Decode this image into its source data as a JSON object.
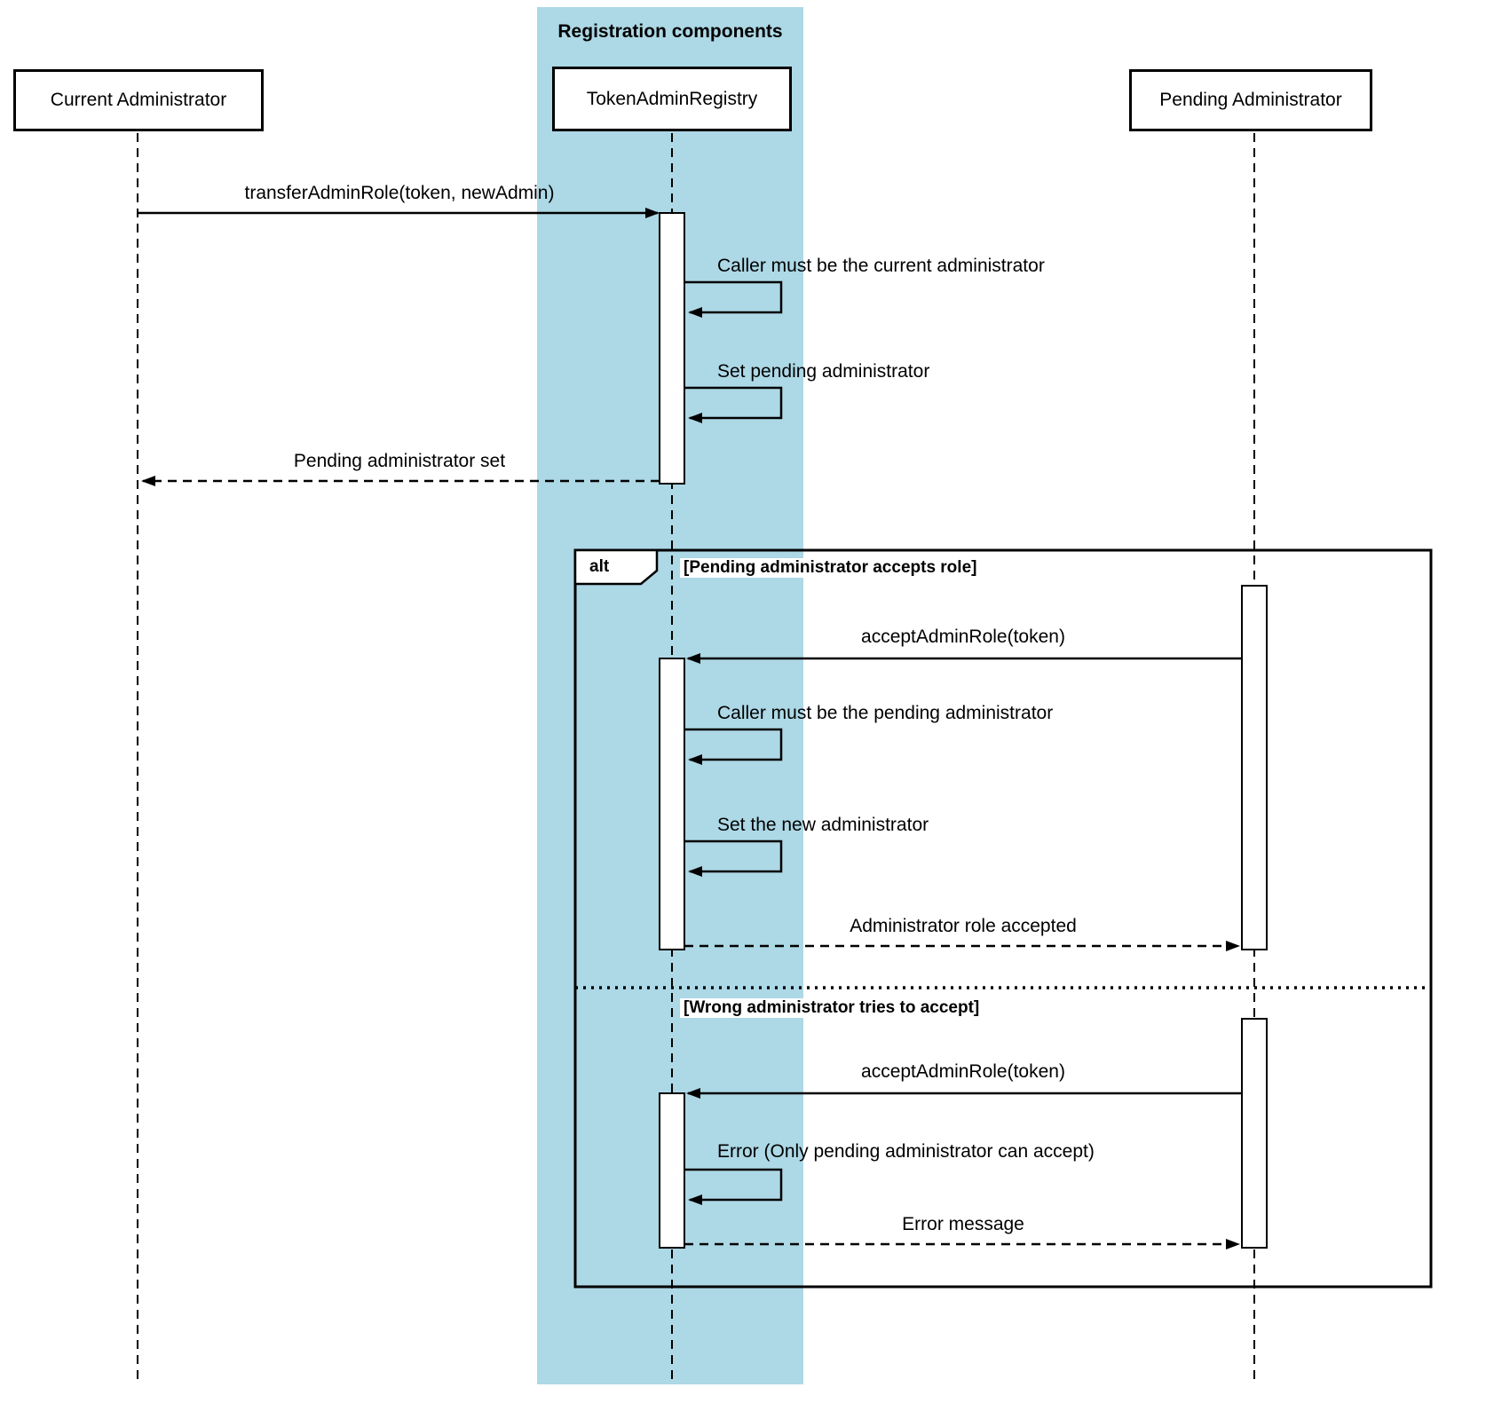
{
  "diagram": {
    "group_title": "Registration components",
    "frame_operator": "alt",
    "participants": [
      {
        "name": "Current Administrator"
      },
      {
        "name": "TokenAdminRegistry"
      },
      {
        "name": "Pending Administrator"
      }
    ],
    "messages": {
      "transfer": "transferAdminRole(token, newAdmin)",
      "caller_current": "Caller must be the current administrator",
      "set_pending": "Set pending administrator",
      "pending_set": "Pending administrator set",
      "alt_condition_1": "[Pending administrator accepts role]",
      "accept_1": "acceptAdminRole(token)",
      "caller_pending": "Caller must be the pending administrator",
      "set_new": "Set the new administrator",
      "role_accepted": "Administrator role accepted",
      "alt_condition_2": "[Wrong administrator tries to accept]",
      "accept_2": "acceptAdminRole(token)",
      "error_only_pending": "Error (Only pending administrator can accept)",
      "error_message": "Error message"
    },
    "colors": {
      "group_background": "#add8e6",
      "line": "#000000",
      "activation_fill": "#ffffff"
    }
  }
}
